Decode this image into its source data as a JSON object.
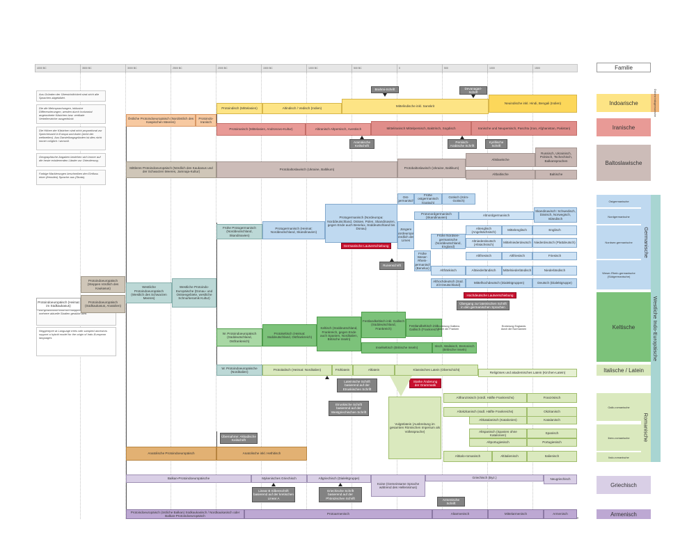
{
  "header": {
    "familie": "Familie"
  },
  "timeline": {
    "ticks": [
      "4000 BC",
      "3500 BC",
      "3000 BC",
      "2500 BC",
      "2000 BC",
      "1500 BC",
      "1000 BC",
      "500 BC",
      "0",
      "500",
      "1000",
      "1500"
    ]
  },
  "notes": [
    "Aus Gründen der Übersichtlichkeit sind nicht alle Sprachen abgebildet.",
    "Die die Mehrsprachungen, inklusive Differenzierungen, werden durch horizontal angeordnete Kästchen bzw. vertikale Verteilerstriche ausgedrückt.",
    "Die Höhen der Kästchen sind nicht proportional zur Sprecherzahl in Europa und Asien (nicht der weltweiten). Aus Darstellungsgründen ist dies nicht immer möglich / sinnvoll.",
    "Geographische Angaben beziehen sich immer auf die heute existierenden Länder zur Orientierung.",
    "Farbige Markierungen beschreiben den Einfluss einer (fremden) Sprache aus (Strato).",
    "Die gestrichelte Linie der Steppen-Hypothese, die durch mehrere aktuelle Studien gestützt wird.",
    "Neggentyret at Language trees with sampled ancestors support a hybrid model for the origin of Indo-European languages"
  ],
  "families": [
    {
      "label": "Indoarische"
    },
    {
      "label": "Iranische"
    },
    {
      "label": "Baltoslawische"
    },
    {
      "label": "Ostgermanische"
    },
    {
      "label": "Nordgermanische"
    },
    {
      "label": "Nordsee-germanische"
    },
    {
      "label": "Weser-Rhein-germanische (Südgermanische)"
    },
    {
      "label": "Keltische"
    },
    {
      "label": "Italische / Latein"
    },
    {
      "label": "Gallo-romanische"
    },
    {
      "label": "Ibero-romanische"
    },
    {
      "label": "Italo-romanische"
    },
    {
      "label": "Griechisch"
    },
    {
      "label": "Armenisch"
    }
  ],
  "vertical_labels": {
    "indoiran": "Östliche Indogermanische",
    "germ": "Germanische",
    "west": "Westliche Indo-Europäische",
    "roman": "Romanische"
  },
  "boxes": {
    "b1": "Protoindisch (Mittelasien)",
    "b2": "Altindisch / Vedisch (Indien)",
    "b3": "Mittelindische inkl. Sanskrit",
    "b4": "Neuindische inkl. Hindi, Bengali (Indien)",
    "b5": "Brahmi-Schrift",
    "b6": "Devanagari-Schrift",
    "b7": "Protoiranisch (Mittelasien, Andronovo-Kultur)",
    "b8": "Altiranisch Altpersisch, Avestisch",
    "b9": "Mitteliranisch Mittelpersisch, Baktrisch, Sogdisch",
    "b10": "Iranische und Neupersisch, Paschtu (Iran, Afghanistan, Pakistan)",
    "b11": "Östliche Protoindoeuropäisch (Nordöstlich des Kaspischen Meeres)",
    "b12": "Protoindo-Iranisch",
    "b13": "Aramäische Keilschrift",
    "b14": "Persisch-Arabische Schrift",
    "b15": "Kyrillische Schrift",
    "b16": "Mittleres Protoindoeuropäisch (Nördlich des Kaukasus und der Schwarzen Meeres, Jamnaja-Kultur)",
    "b17": "Protobaltoslawisch (Ukraine, Baltikum)",
    "b18": "Protobaltoslawisch (Ukraine, Baltikum)",
    "b19": "Altslawische",
    "b20": "Russisch, Ukrainisch, Polnisch, Tschechisch, Balkansprachen",
    "b21": "Altbaltische",
    "b22": "Baltische",
    "b23": "Ost-germanisch",
    "b24": "Frühe ostgermanisch (Gotisch)",
    "b25": "Gotisch (Krim-Gotisch)",
    "b26": "Frühe Protogermanisch (Norddeutschland, Skandinavien)",
    "b27": "Protogermanisch (Heimat: Norddeutschland, Skandinavien)",
    "b28": "Protogermanisch (Nordeuropa: Norddeutschland, Ostsee, Polen, Skandinavien, gegen Ende auch Benelux, Süddeutschland bis Donau)",
    "b29": "Jüngere Nordeuropa, nördlich des Limes",
    "b30": "Protonordgermanisch (Skandinavien)",
    "b31": "Altnordgermanisch",
    "b32": "Skandinavisch: Schwedisch, Dänisch, Norwegisch, Isländisch",
    "b33": "Frühe Nordsee-germanische (Norddeutschland, England)",
    "b34": "Altenglisch (Angelsächsisch)",
    "b35": "Mittelenglisch",
    "b36": "Englisch",
    "b37": "Altniederdeutsch (Altsächsisch)",
    "b38": "Mittelniederdeutsch",
    "b39": "Niederdeutsch (Plattdeutsch)",
    "b40": "Altfriesisch",
    "b41": "Altfriesisch",
    "b42": "Friesisch",
    "b43": "Frühe Weser-Rhein-germanisch (Benelux)",
    "b44": "Altfränkisch",
    "b45": "Altniederländisch",
    "b46": "Mittelniederländisch",
    "b47": "Niederländisch",
    "b48": "Althochdeutsch (Süd. 2/3 Deutschland)",
    "b49": "Mittelhochdeutsch (Dialektgruppen)",
    "b50": "Deutsch (Dialektgruppe)",
    "b51": "Runenschrift",
    "b52": "Germanische Lautverschiebung",
    "b53": "Hochdeutsche Lautverschiebung",
    "b54": "Übergang zur lateinischen Schrift in den germanischen Sprachen",
    "b55": "Protoindoeuropäisch (Steppen nördlich des Kaukasus)",
    "b56": "Protoindoeuropäisch (Südkaukasus, Anatolien)",
    "b57": "Protoindoeuropäisch (Heimat im Südkaukasus)",
    "b58": "Westliche Protoindoeuropäisch (Westlich des Schwarzen Meeres)",
    "b59": "Westliche Protoindo-Europäische (Donau- und Ostseegebiete, westliche Schnurkeramik Kultur)",
    "b60": "W. Protoindoeuropäisch (Süddeutschland, Ostfrankreich)",
    "b61": "Protokeltisch (Heimat: Süddeutschland, Ostfrankreich)",
    "b62": "Keltisch (Süddeutschland, Frankreich, gegen Ende auch Spanien, Norditalien, Britische Inseln)",
    "b63": "Festlandkeltisch inkl. Gallisch (Süddeutschland, Frankreich)",
    "b64": "Festlandkeltisch inkl. Gallisch (Frankreich)",
    "b65": "Inselkeltisch (Britische Inseln)",
    "b66": "Irisch, Walisisch, Bretonisch (Britische Inseln)",
    "b67": "Eroberung Galliens durch die Franken",
    "b68": "Eroberung Englands durch die Normannen",
    "b69": "W. Protoindoeuropäische (Norditalien)",
    "b70": "Protoitalisch (Heimat: Norditalien)",
    "b71": "Frühlatein",
    "b72": "Altlatein",
    "b73": "Klassisches Latein (Oberschicht)",
    "b74": "Religiöses und akademisches Latein (Kirchen-Latein)",
    "b75": "Lateinische Schrift basierend auf der Etruskischen Schrift",
    "b76": "Etruskische Schrift basierend auf der Westgriechischen Schrift",
    "b77": "Starke Änderung der Grammatik",
    "b78": "Vulgärlatein (Ausbreitung im gesamten Römischen Imperium als Volkssprache)",
    "b79": "Altfranzösisch (nördl. Hälfte Frankreichs)",
    "b80": "Französisch",
    "b81": "Altokzitanisch (südl. Hälfte Frankreichs)",
    "b82": "Okzitanisch",
    "b83": "Altkatalanisch (Katalonien)",
    "b84": "Katalanisch",
    "b85": "Altspanisch (Spanien ohne Katalonien)",
    "b86": "Spanisch",
    "b87": "Altportugiesisch",
    "b88": "Portugiesisch",
    "b89": "Altitalo-romanisch",
    "b90": "Altitalienisch",
    "b91": "Italienisch",
    "b92": "Anatolische Protoindoeuropäisch",
    "b93": "Anatolische inkl. Hethitisch",
    "b94": "Übernahme: Akkadische Keilschrift",
    "b95": "Balkan-Protoindoeuropäische",
    "b96": "Mykenisches Griechisch",
    "b97": "Altgriechisch (Dialektgruppe)",
    "b98": "Koine (Gemeinsame Sprache während des Hellenismus)",
    "b99": "Griechisch (Byz.)",
    "b100": "Neugriechisch",
    "b101": "Linear B Silbenschrift basierend auf der kretischen Linear A",
    "b102": "Griechische Schrift basierend auf der Phönizischen Schrift",
    "b103": "Protoindoeuropäisch (östliche Balkan) Südkaukasisch / Nordkaukasisch oder Balkan-Protoindoeuropäisch",
    "b104": "Protoarmenisch",
    "b105": "Armenische Schrift",
    "b106": "Altarmenisch",
    "b107": "Mittelarmenisch",
    "b108": "Armenisch"
  }
}
